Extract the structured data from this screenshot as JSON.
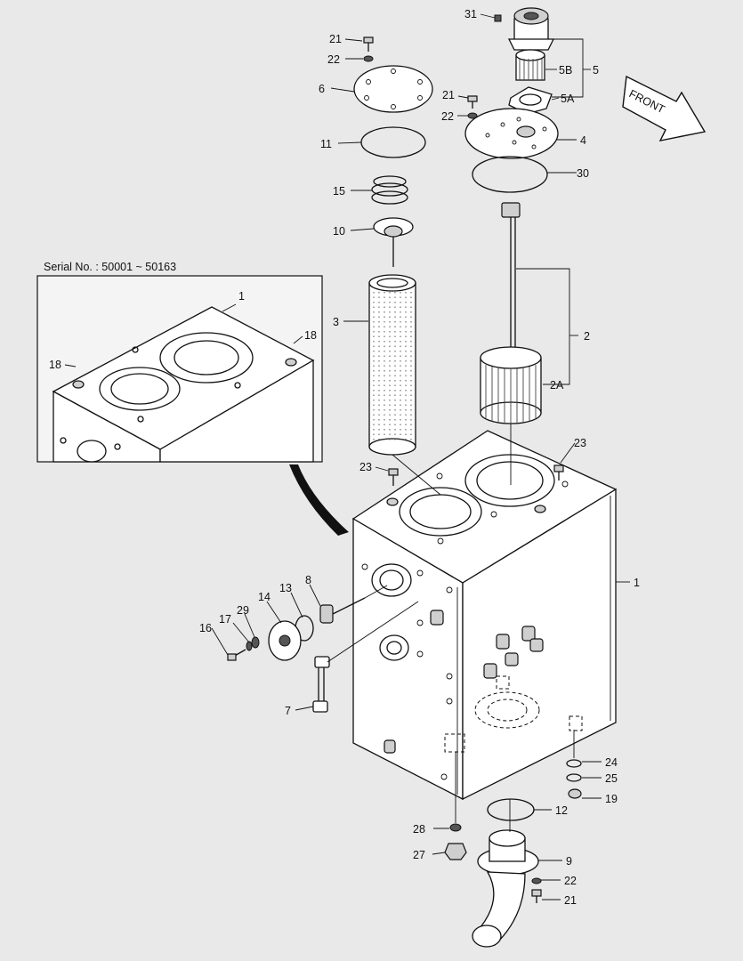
{
  "serial_text": "Serial No. : 50001 ~ 50163",
  "front_arrow_text": "FRONT",
  "colors": {
    "background": "#e9e9e9",
    "line": "#111111",
    "fill": "#ffffff"
  },
  "labels": {
    "l31": "31",
    "l21a": "21",
    "l22a": "22",
    "l6": "6",
    "l11": "11",
    "l15": "15",
    "l10": "10",
    "l3": "3",
    "l5": "5",
    "l5b": "5B",
    "l5a": "5A",
    "l21b": "21",
    "l22b": "22",
    "l4": "4",
    "l30": "30",
    "l2": "2",
    "l2a": "2A",
    "l23a": "23",
    "l23b": "23",
    "l1inset": "1",
    "l18a": "18",
    "l18b": "18",
    "l1": "1",
    "l8": "8",
    "l13": "13",
    "l14": "14",
    "l29": "29",
    "l17": "17",
    "l16": "16",
    "l7": "7",
    "l24": "24",
    "l25": "25",
    "l19": "19",
    "l12": "12",
    "l28": "28",
    "l27": "27",
    "l9": "9",
    "l22c": "22",
    "l21c": "21"
  }
}
